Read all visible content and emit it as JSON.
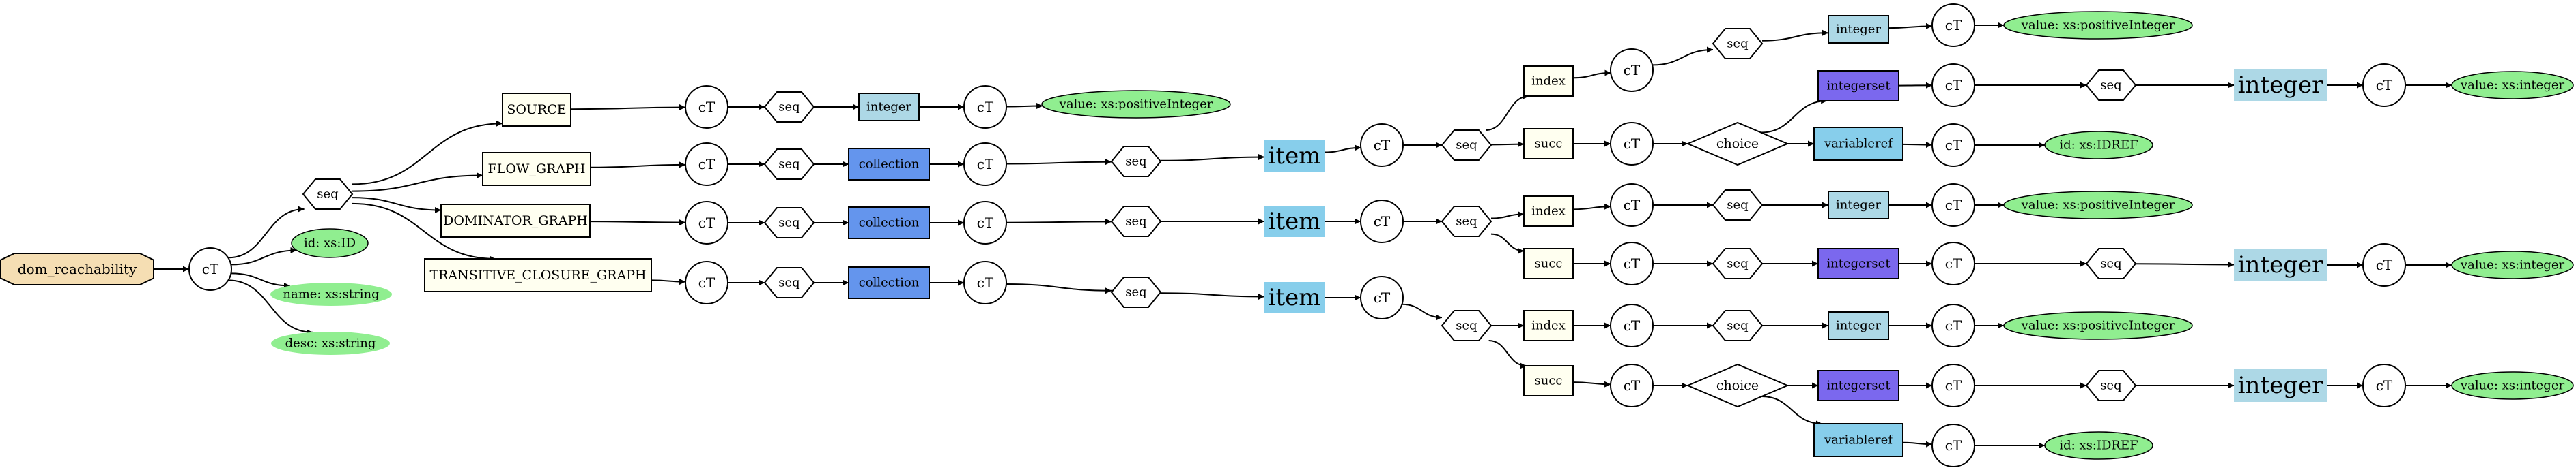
{
  "colors": {
    "root": "#f5deb3",
    "element_box": "#fffff0",
    "attribute": "#90ee90",
    "integer": "#add8e6",
    "item": "#87ceeb",
    "collection": "#6495ed",
    "integerset": "#7b68ee",
    "variableref": "#87ceeb"
  },
  "nodes": {
    "root": "dom_reachability",
    "ct": "cT",
    "seq": "seq",
    "choice": "choice",
    "attr_id": "id: xs:ID",
    "attr_name": "name: xs:string",
    "attr_desc": "desc: xs:string",
    "source": "SOURCE",
    "flow_graph": "FLOW_GRAPH",
    "dominator_graph": "DOMINATOR_GRAPH",
    "transitive_closure_graph": "TRANSITIVE_CLOSURE_GRAPH",
    "integer": "integer",
    "collection": "collection",
    "item": "item",
    "index": "index",
    "succ": "succ",
    "integerset": "integerset",
    "variableref": "variableref",
    "value_positive_integer": "value: xs:positiveInteger",
    "value_integer": "value: xs:integer",
    "id_idref": "id: xs:IDREF"
  }
}
